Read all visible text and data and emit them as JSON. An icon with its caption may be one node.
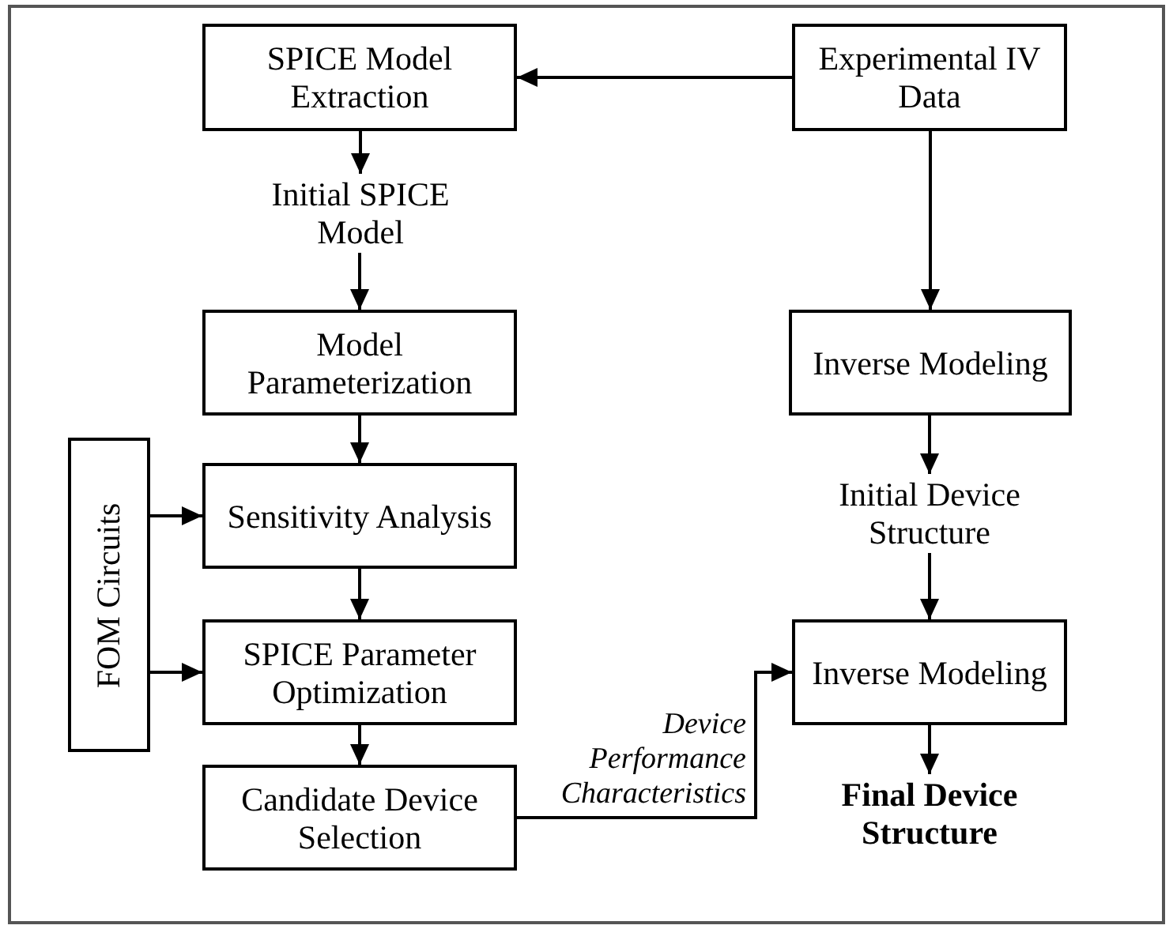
{
  "diagram": {
    "nodes": [
      {
        "text": [
          "SPICE Model Extraction"
        ]
      },
      {
        "text": [
          "Experimental IV Data"
        ]
      },
      {
        "text": [
          "Initial SPICE Model"
        ]
      },
      {
        "text": [
          "Model Parameterization"
        ]
      },
      {
        "text": [
          "Inverse Modeling"
        ]
      },
      {
        "text": [
          "FOM Circuits"
        ]
      },
      {
        "text": [
          "Sensitivity Analysis"
        ]
      },
      {
        "text": [
          "Initial Device Structure"
        ]
      },
      {
        "text": [
          "SPICE Parameter Optimization"
        ]
      },
      {
        "text": [
          "Inverse Modeling"
        ]
      },
      {
        "text": [
          "Candidate Device Selection"
        ]
      },
      {
        "text": [
          "Final Device Structure"
        ]
      }
    ],
    "edges": [
      {
        "from": 1,
        "to": 0,
        "arrow": "to"
      },
      {
        "from": 0,
        "to": 2,
        "arrow": "to"
      },
      {
        "from": 2,
        "to": 3,
        "arrow": "to"
      },
      {
        "from": 1,
        "to": 4,
        "arrow": "to"
      },
      {
        "from": 3,
        "to": 6,
        "arrow": "to"
      },
      {
        "from": 4,
        "to": 7,
        "arrow": "to"
      },
      {
        "from": 5,
        "to": 6,
        "arrow": "to"
      },
      {
        "from": 6,
        "to": 8,
        "arrow": "to"
      },
      {
        "from": 7,
        "to": 9,
        "arrow": "to"
      },
      {
        "from": 5,
        "to": 8,
        "arrow": "to"
      },
      {
        "from": 8,
        "to": 10,
        "arrow": "to"
      },
      {
        "from": 9,
        "to": 11,
        "arrow": "to"
      },
      {
        "from": 10,
        "to": 9,
        "arrow": "to",
        "label": "Device Performance Characteristics"
      }
    ]
  }
}
